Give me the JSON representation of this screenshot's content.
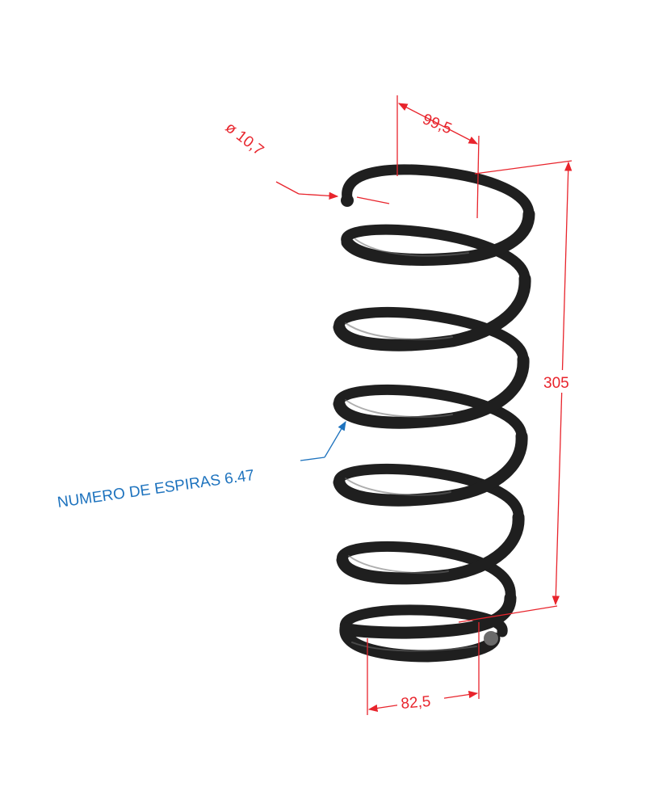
{
  "colors": {
    "dimension": "#e8242c",
    "note": "#1e73be",
    "spring": "#1f1f1f",
    "spring_highlight": "#6b6b6b",
    "background": "#ffffff"
  },
  "dimensions": {
    "wire_diameter": "ø 10,7",
    "top_coil_diameter": "99,5",
    "free_length": "305",
    "bottom_coil_diameter": "82,5"
  },
  "note": {
    "coil_count_label": "NUMERO DE ESPIRAS 6.47"
  }
}
